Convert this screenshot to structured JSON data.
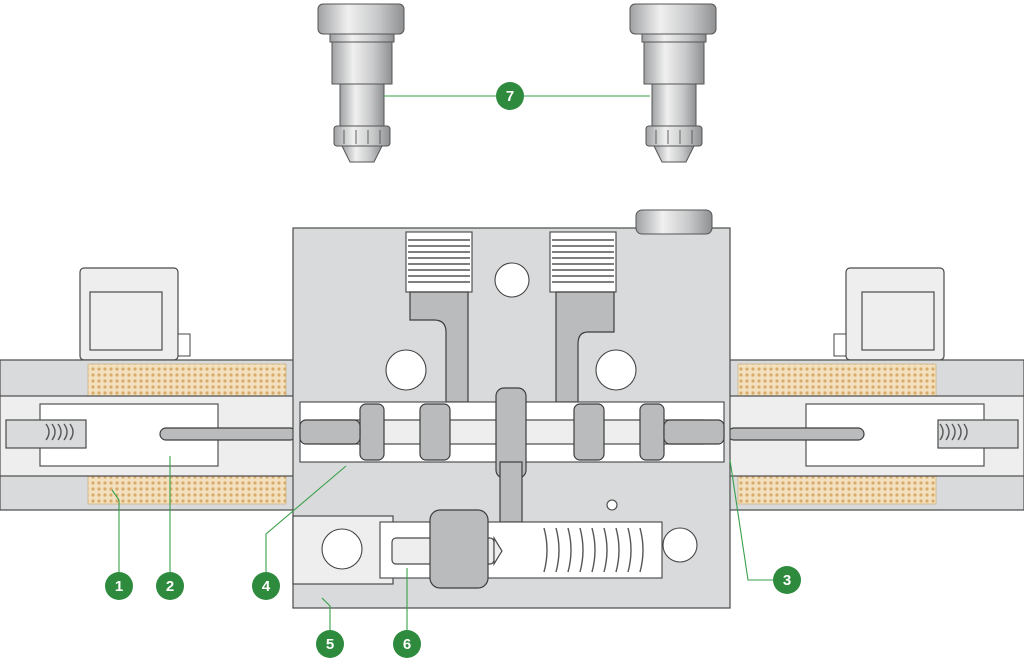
{
  "callouts": [
    {
      "id": "callout-1",
      "label": "1"
    },
    {
      "id": "callout-2",
      "label": "2"
    },
    {
      "id": "callout-3",
      "label": "3"
    },
    {
      "id": "callout-4",
      "label": "4"
    },
    {
      "id": "callout-5",
      "label": "5"
    },
    {
      "id": "callout-6",
      "label": "6"
    },
    {
      "id": "callout-7",
      "label": "7"
    }
  ],
  "colors": {
    "badge": "#2e8b3e",
    "leader": "#3aa04a",
    "body_metal": "#d9dadb",
    "coil_winding": "#e8c99a"
  }
}
